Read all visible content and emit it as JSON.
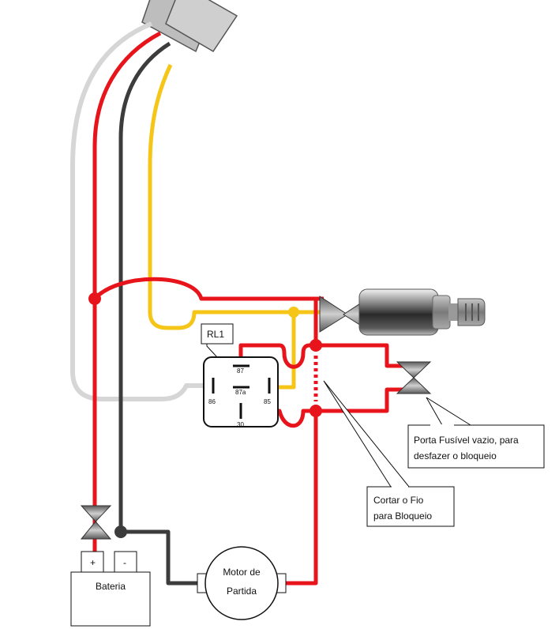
{
  "relay": {
    "name": "RL1",
    "pins": {
      "p87": "87",
      "p87a": "87a",
      "p86": "86",
      "p85": "85",
      "p30": "30"
    }
  },
  "battery": {
    "label": "Bateria",
    "plus": "+",
    "minus": "-"
  },
  "motor": {
    "line1": "Motor de",
    "line2": "Partida"
  },
  "callouts": {
    "fuse_line1": "Porta Fusível vazio, para",
    "fuse_line2": "desfazer o bloqueio",
    "cut_line1": "Cortar o Fio",
    "cut_line2": "para Bloqueio"
  },
  "colors": {
    "red": "#e8141b",
    "yellow": "#f5c518",
    "dark": "#3c3c3c",
    "gray": "#d6d6d6"
  }
}
